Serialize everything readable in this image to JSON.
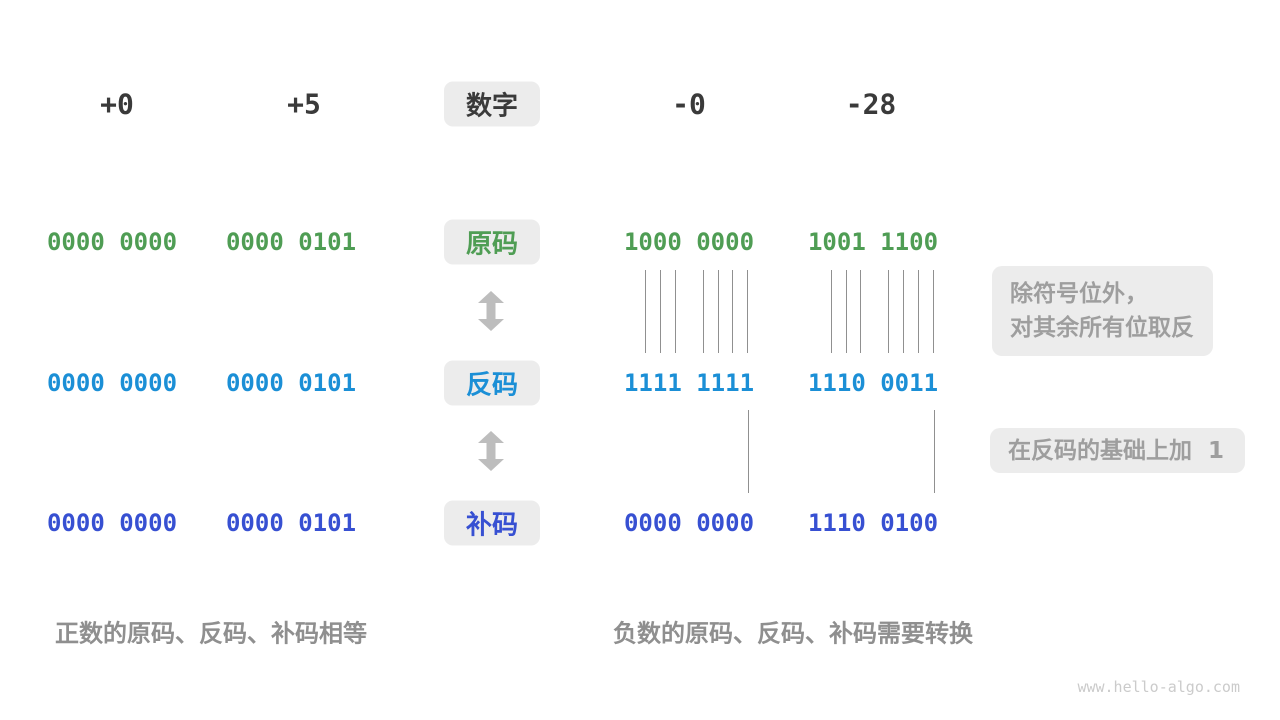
{
  "title_badge": "数字",
  "headers": {
    "pos0": "+0",
    "pos5": "+5",
    "neg0": "-0",
    "neg28": "-28"
  },
  "badges": {
    "sign": "原码",
    "ones": "反码",
    "twos": "补码"
  },
  "rows": {
    "sign": {
      "pos0": "0000 0000",
      "pos5": "0000 0101",
      "neg0": "1000 0000",
      "neg28": "1001 1100"
    },
    "ones": {
      "pos0": "0000 0000",
      "pos5": "0000 0101",
      "neg0": "1111 1111",
      "neg28": "1110 0011"
    },
    "twos": {
      "pos0": "0000 0000",
      "pos5": "0000 0101",
      "neg0": "0000 0000",
      "neg28": "1110 0100"
    }
  },
  "annotations": {
    "invert_line1": "除符号位外，",
    "invert_line2": "对其余所有位取反",
    "add_one": "在反码的基础上加  1"
  },
  "captions": {
    "positive": "正数的原码、反码、补码相等",
    "negative": "负数的原码、反码、补码需要转换"
  },
  "watermark": "www.hello-algo.com",
  "colors": {
    "ink": "#3a3a3a",
    "green": "#4f9d54",
    "blue": "#1b8fd6",
    "indigo": "#3750d2",
    "badge-bg": "#ececec",
    "note-text": "#9e9e9e",
    "caption": "#8f8f8f",
    "arrow": "#bdbdbd",
    "line": "#909090",
    "watermark": "#cbcbcb"
  }
}
